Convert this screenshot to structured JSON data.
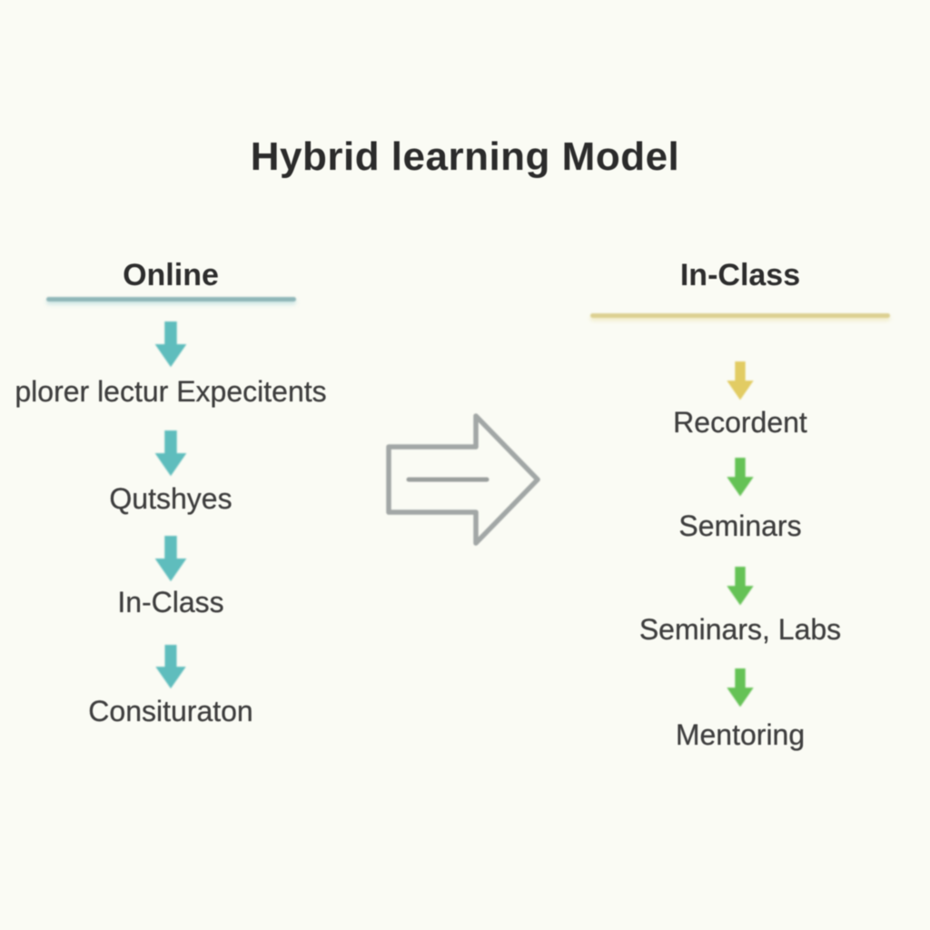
{
  "title": "Hybrid learning Model",
  "online_column": {
    "header": "Online",
    "underline_color": "#8fb6b8",
    "items": [
      {
        "label": "plorer lectur Expecitents",
        "arrow_color": "#5fbdbd"
      },
      {
        "label": "Qutshyes",
        "arrow_color": "#5fbdbd"
      },
      {
        "label": "In-Class",
        "arrow_color": "#5fbdbd"
      },
      {
        "label": "Consituraton",
        "arrow_color": "#5fbdbd"
      }
    ]
  },
  "inclass_column": {
    "header": "In-Class",
    "underline_color": "#dcd092",
    "items": [
      {
        "label": "Recordent",
        "arrow_color": "#e2cc63"
      },
      {
        "label": "Seminars",
        "arrow_color": "#65c256"
      },
      {
        "label": "Seminars, Labs",
        "arrow_color": "#65c256"
      },
      {
        "label": "Mentoring",
        "arrow_color": "#65c256"
      }
    ]
  },
  "center_arrow": {
    "color": "#a2a7a6"
  },
  "colors": {
    "background": "#fafbf4",
    "title_text": "#2b2b2b",
    "item_text": "#3f3f3f"
  }
}
